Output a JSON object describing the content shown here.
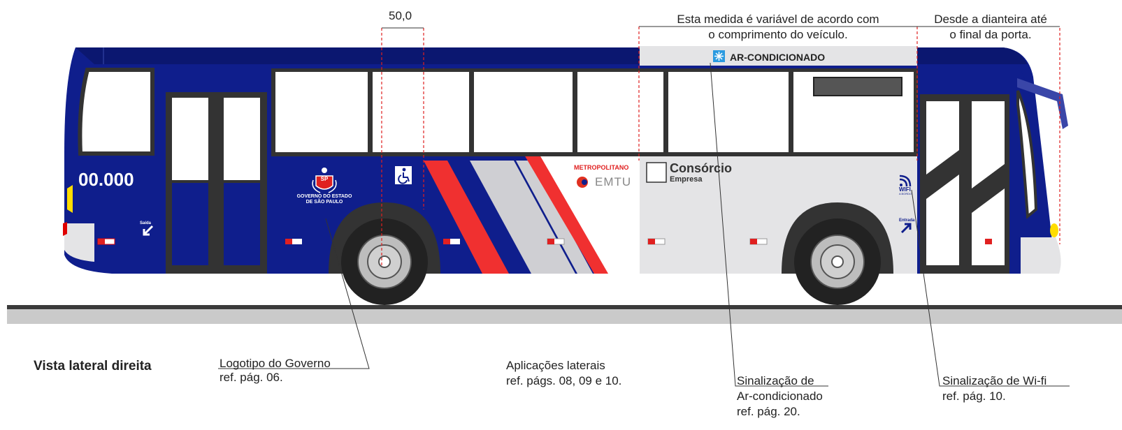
{
  "view_title": "Vista lateral direita",
  "dimension_label": "50,0",
  "top_notes": {
    "variable_measure_line1": "Esta medida é variável de acordo com",
    "variable_measure_line2": "o comprimento do veículo.",
    "front_to_door_line1": "Desde a dianteira até",
    "front_to_door_line2": "o final da porta."
  },
  "bus": {
    "fleet_number": "00.000",
    "ac_band": "AR-CONDICIONADO",
    "exit_label": "Saída",
    "entry_label": "Entrada",
    "gov_logo_line1": "GOVERNO DO ESTADO",
    "gov_logo_line2": "DE SÃO PAULO",
    "gov_logo_initials": "SP",
    "metropolitano": "METROPOLITANO",
    "emtu": "EMTU",
    "consorcio": "Consórcio",
    "empresa": "Empresa",
    "wifi": "WIFI",
    "wifi_sub": "A BORDO",
    "colors": {
      "body_blue": "#0f1e8c",
      "stripe_red": "#f03030",
      "stripe_grey": "#cfcfd3",
      "rear_grey": "#e4e4e6",
      "window": "#ffffff",
      "frame": "#333333"
    }
  },
  "callouts": {
    "gov": {
      "title": "Logotipo do Governo",
      "ref": "ref. pág. 06."
    },
    "side": {
      "title": "Aplicações laterais",
      "ref": "ref. págs. 08, 09 e 10."
    },
    "ac": {
      "title": "Sinalização de",
      "title2": "Ar-condicionado",
      "ref": "ref. pág. 20."
    },
    "wifi": {
      "title": "Sinalização de Wi-fi",
      "ref": "ref. pág. 10."
    }
  }
}
